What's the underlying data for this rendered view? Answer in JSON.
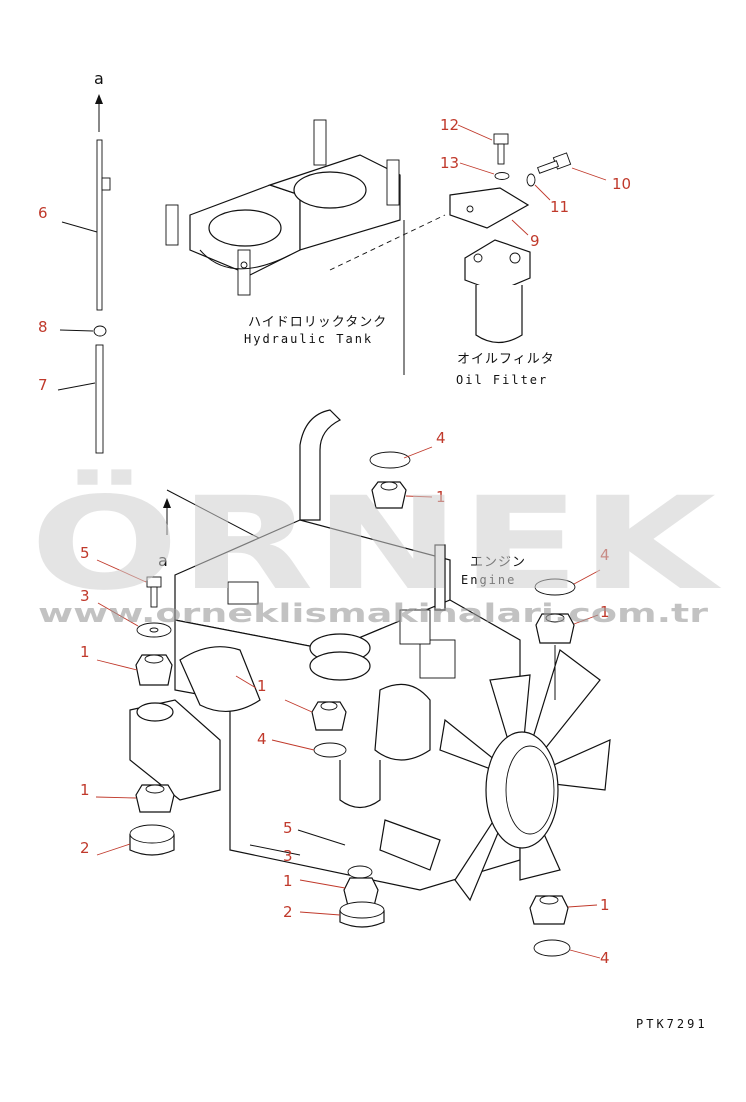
{
  "labels": {
    "hydraulic_tank_jp": "ハイドロリックタンク",
    "hydraulic_tank_en": "Hydraulic Tank",
    "oil_filter_jp": "オイルフィルタ",
    "oil_filter_en": "Oil Filter",
    "engine_jp": "エンジン",
    "engine_en": "Engine",
    "arrow_a_top": "a",
    "arrow_a_mid": "a",
    "drawing_code": "PTK7291"
  },
  "callouts": {
    "c12": "12",
    "c13": "13",
    "c10": "10",
    "c11": "11",
    "c9": "9",
    "c6": "6",
    "c8": "8",
    "c7": "7",
    "c4a": "4",
    "c1a": "1",
    "c5a": "5",
    "c3a": "3",
    "c1b": "1",
    "c4b": "4",
    "c1c": "1",
    "c1d": "1",
    "c4c": "4",
    "c1e": "1",
    "c2a": "2",
    "c5b": "5",
    "c3b": "3",
    "c1f": "1",
    "c2b": "2",
    "c1g": "1",
    "c4d": "4"
  },
  "watermark": {
    "text": "ÖRNEK",
    "url": "www.orneklismakinalari.com.tr"
  }
}
